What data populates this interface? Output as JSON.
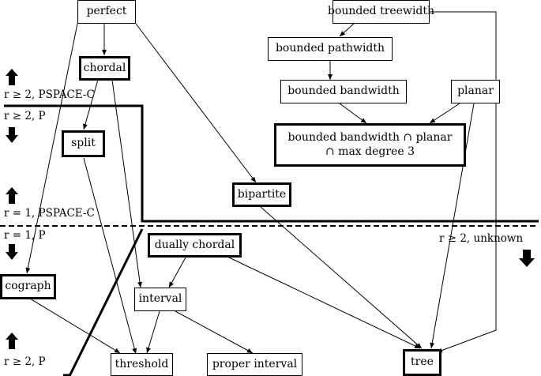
{
  "nodes": {
    "perfect": "perfect",
    "chordal": "chordal",
    "split": "split",
    "bipartite": "bipartite",
    "cograph": "cograph",
    "dually_chordal": "dually chordal",
    "interval": "interval",
    "threshold": "threshold",
    "proper_interval": "proper interval",
    "tree": "tree",
    "bounded_treewidth": "bounded treewidth",
    "bounded_pathwidth": "bounded pathwidth",
    "bounded_bandwidth": "bounded bandwidth",
    "planar": "planar",
    "bbw_planar_line1": "bounded bandwidth ∩ planar",
    "bbw_planar_line2": "∩ max degree 3"
  },
  "regions": {
    "r2_pspace": "r ≥ 2, PSPACE-C",
    "r2_p_upper": "r ≥ 2, P",
    "r1_pspace": "r = 1, PSPACE-C",
    "r1_p": "r = 1, P",
    "r2_unknown": "r ≥ 2, unknown",
    "r2_p_lower": "r ≥ 2, P"
  },
  "colors": {
    "line": "#000000",
    "background": "#ffffff"
  },
  "icons": {
    "up": "up-arrow-icon",
    "down": "down-arrow-icon"
  }
}
